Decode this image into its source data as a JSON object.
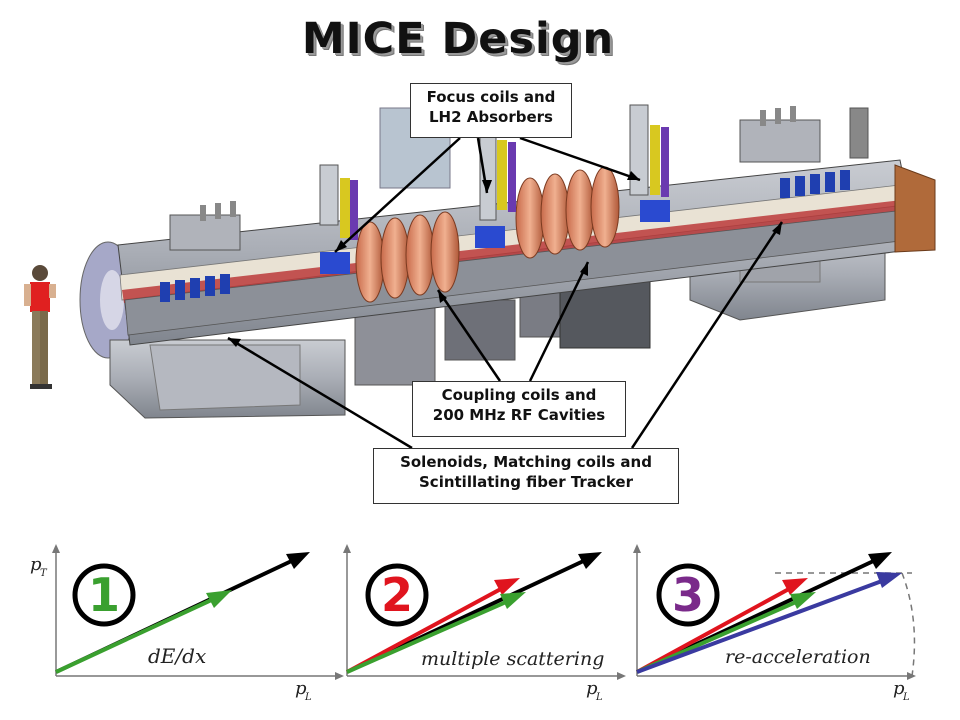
{
  "title": "MICE Design",
  "labels": {
    "focus": [
      "Focus coils and",
      "LH2 Absorbers"
    ],
    "coupling": [
      "Coupling coils and",
      "200 MHz RF Cavities"
    ],
    "solenoid": [
      "Solenoids, Matching coils and",
      "Scintillating fiber Tracker"
    ]
  },
  "colors": {
    "green_arrow": "#3aa02f",
    "red_arrow": "#e0141e",
    "blue_arrow": "#3a3aa0",
    "black_arrow": "#000000",
    "circle_1": "#3aa02f",
    "circle_2": "#e0141e",
    "circle_3": "#7a2a8a"
  },
  "panels": [
    {
      "number": "1",
      "effect": "dE/dx",
      "y_axis": "p",
      "y_sub": "T",
      "x_axis": "p",
      "x_sub": "L"
    },
    {
      "number": "2",
      "effect": "multiple scattering",
      "y_axis": "",
      "y_sub": "",
      "x_axis": "p",
      "x_sub": "L"
    },
    {
      "number": "3",
      "effect": "re-acceleration",
      "y_axis": "",
      "y_sub": "",
      "x_axis": "p",
      "x_sub": "L"
    }
  ]
}
